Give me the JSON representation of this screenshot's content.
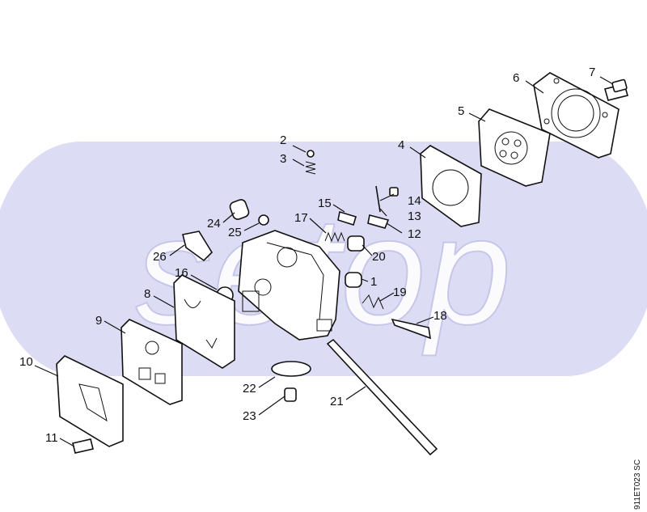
{
  "reference_code": "911ET023 SC",
  "watermark_text": "setop",
  "colors": {
    "watermark_fill": "#d6d6f2",
    "line": "#111111"
  },
  "callouts": [
    {
      "id": "1",
      "label": "1"
    },
    {
      "id": "2",
      "label": "2"
    },
    {
      "id": "3",
      "label": "3"
    },
    {
      "id": "4",
      "label": "4"
    },
    {
      "id": "5",
      "label": "5"
    },
    {
      "id": "6",
      "label": "6"
    },
    {
      "id": "7",
      "label": "7"
    },
    {
      "id": "8",
      "label": "8"
    },
    {
      "id": "9",
      "label": "9"
    },
    {
      "id": "10",
      "label": "10"
    },
    {
      "id": "11",
      "label": "11"
    },
    {
      "id": "12",
      "label": "12"
    },
    {
      "id": "13",
      "label": "13"
    },
    {
      "id": "14",
      "label": "14"
    },
    {
      "id": "15",
      "label": "15"
    },
    {
      "id": "16",
      "label": "16"
    },
    {
      "id": "17",
      "label": "17"
    },
    {
      "id": "18",
      "label": "18"
    },
    {
      "id": "19",
      "label": "19"
    },
    {
      "id": "20",
      "label": "20"
    },
    {
      "id": "21",
      "label": "21"
    },
    {
      "id": "22",
      "label": "22"
    },
    {
      "id": "23",
      "label": "23"
    },
    {
      "id": "24",
      "label": "24"
    },
    {
      "id": "25",
      "label": "25"
    },
    {
      "id": "26",
      "label": "26"
    }
  ]
}
